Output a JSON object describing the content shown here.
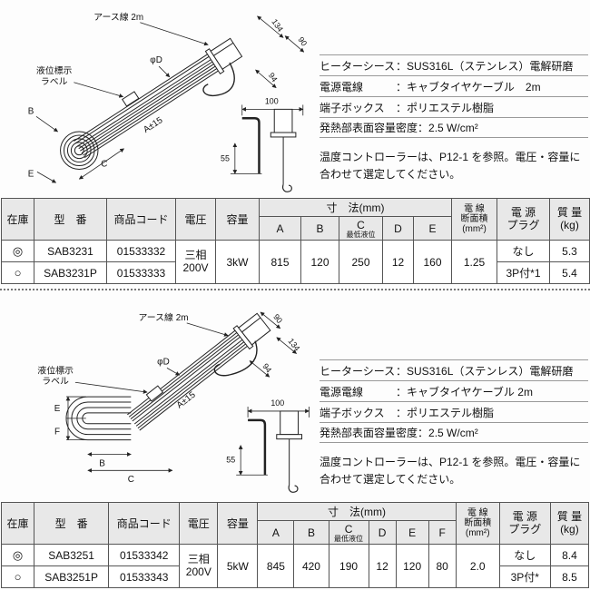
{
  "colon": "：",
  "top": {
    "drawing": {
      "earth_wire": "アース線 2m",
      "level_label_line1": "液位標示",
      "level_label_line2": "ラベル",
      "phi_d": "φD",
      "length": "A±15",
      "dim_134": "134",
      "dim_90": "90",
      "dim_94": "94",
      "dim_100": "100",
      "dim_55": "55",
      "dim_B": "B",
      "dim_C": "C",
      "dim_E": "E"
    },
    "specs": [
      {
        "label": "ヒーターシース",
        "value": "SUS316L（ステンレス）電解研磨"
      },
      {
        "label": "電源電線",
        "value": "キャブタイヤケーブル　2m"
      },
      {
        "label": "端子ボックス",
        "value": "ポリエステル樹脂"
      },
      {
        "label": "発熱部表面容量密度",
        "value": "2.5 W/cm²"
      }
    ],
    "note": "温度コントローラーは、P12-1 を参照。電圧・容量に合わせて選定してください。",
    "table": {
      "headers": {
        "stock": "在庫",
        "model": "型　番",
        "code": "商品コード",
        "voltage": "電圧",
        "capacity": "容量",
        "dims_group": "寸　法(mm)",
        "dim_A": "A",
        "dim_B": "B",
        "dim_C": "C",
        "dim_C_sub": "最低液位",
        "dim_D": "D",
        "dim_E": "E",
        "wire_area": "電 線\n断面積\n(mm²)",
        "plug": "電 源\nプラグ",
        "mass": "質 量\n(kg)"
      },
      "shared": {
        "voltage": "三相\n200V",
        "capacity": "3kW",
        "dim_A": "815",
        "dim_B": "120",
        "dim_C": "250",
        "dim_D": "12",
        "dim_E": "160",
        "wire_area": "1.25"
      },
      "rows": [
        {
          "stock": "◎",
          "model": "SAB3231",
          "code": "01533332",
          "plug": "なし",
          "mass": "5.3"
        },
        {
          "stock": "○",
          "model": "SAB3231P",
          "code": "01533333",
          "plug": "3P付*1",
          "mass": "5.4"
        }
      ]
    }
  },
  "bottom": {
    "drawing": {
      "earth_wire": "アース線 2m",
      "level_label_line1": "液位標示",
      "level_label_line2": "ラベル",
      "phi_d": "φD",
      "length": "A±15",
      "dim_134": "134",
      "dim_90": "90",
      "dim_94": "94",
      "dim_100": "100",
      "dim_55": "55",
      "dim_B": "B",
      "dim_C": "C",
      "dim_E": "E",
      "dim_F": "F"
    },
    "specs": [
      {
        "label": "ヒーターシース",
        "value": "SUS316L（ステンレス）電解研磨"
      },
      {
        "label": "電源電線",
        "value": "キャブタイヤケーブル 2m"
      },
      {
        "label": "端子ボックス",
        "value": "ポリエステル樹脂"
      },
      {
        "label": "発熱部表面容量密度",
        "value": "2.5 W/cm²"
      }
    ],
    "note": "温度コントローラーは、P12-1 を参照。電圧・容量に合わせて選定してください。",
    "table": {
      "headers": {
        "stock": "在庫",
        "model": "型　番",
        "code": "商品コード",
        "voltage": "電圧",
        "capacity": "容量",
        "dims_group": "寸　法(mm)",
        "dim_A": "A",
        "dim_B": "B",
        "dim_C": "C",
        "dim_C_sub": "最低液位",
        "dim_D": "D",
        "dim_E": "E",
        "dim_F": "F",
        "wire_area": "電 線\n断面積\n(mm²)",
        "plug": "電 源\nプラグ",
        "mass": "質 量\n(kg)"
      },
      "shared": {
        "voltage": "三相\n200V",
        "capacity": "5kW",
        "dim_A": "845",
        "dim_B": "420",
        "dim_C": "190",
        "dim_D": "12",
        "dim_E": "120",
        "dim_F": "80",
        "wire_area": "2.0"
      },
      "rows": [
        {
          "stock": "◎",
          "model": "SAB3251",
          "code": "01533342",
          "plug": "なし",
          "mass": "8.4"
        },
        {
          "stock": "○",
          "model": "SAB3251P",
          "code": "01533343",
          "plug": "3P付*",
          "mass": "8.5"
        }
      ]
    }
  }
}
